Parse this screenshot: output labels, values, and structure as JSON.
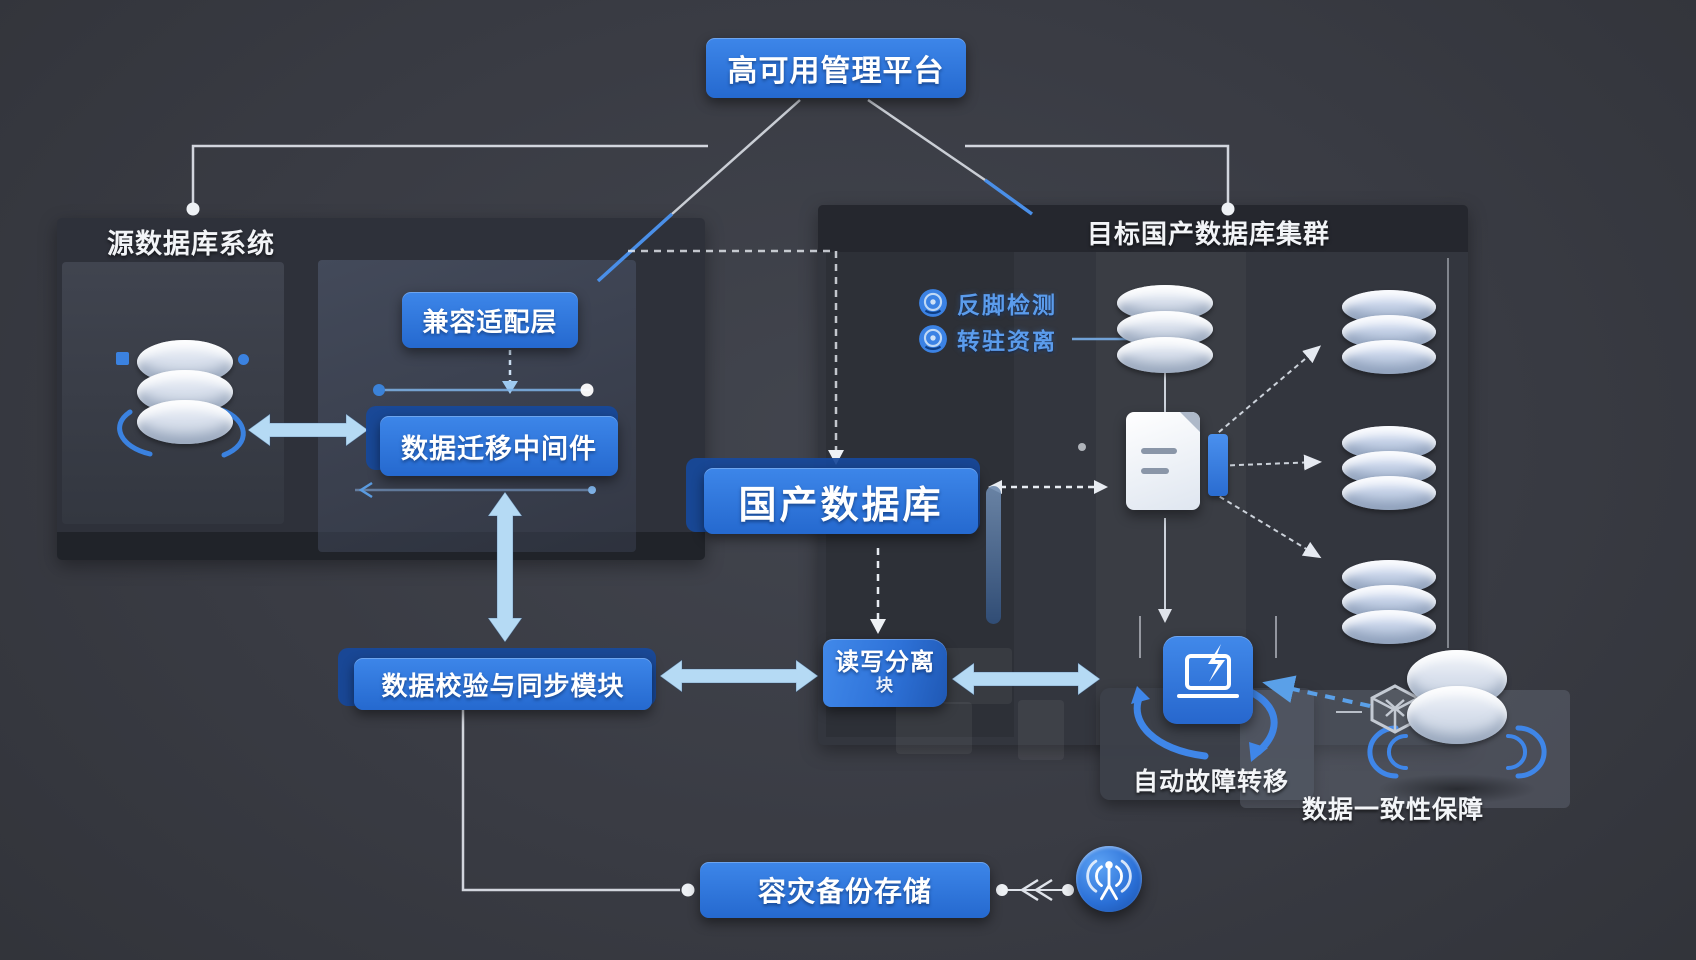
{
  "top": {
    "platform_button": "高可用管理平台"
  },
  "source_panel": {
    "title": "源数据库系统",
    "adapter_button": "兼容适配层",
    "middleware_button": "数据迁移中间件"
  },
  "center": {
    "domestic_db_button": "国产数据库",
    "validation_button": "数据校验与同步模块",
    "rw_split_banner": "读写分离",
    "rw_split_banner_line2": "块"
  },
  "target_panel": {
    "title": "目标国产数据库集群",
    "features": [
      {
        "label": "反脚检测"
      },
      {
        "label": "转驻资离"
      }
    ],
    "failover_label": "自动故障转移",
    "consistency_label": "数据一致性保障"
  },
  "bottom": {
    "backup_button": "容灾备份存储"
  },
  "icons": {
    "source_db": "database-cylinder-3d",
    "cluster_db": "database-cylinder",
    "document": "migration-document",
    "failover": "laptop-sync-square",
    "node_cube": "wire-cube-node",
    "broadcast": "radio-tower-circle",
    "ripple_db": "database-with-ripples",
    "feature_1": "monitor-circle",
    "feature_2": "split-circle"
  },
  "colors": {
    "background": "#3a3c44",
    "panel_dark": "#2e313a",
    "panel_header": "#25272e",
    "primary_blue": "#2f78dd",
    "accent_blue": "#4a90e8",
    "arrow_light_blue": "#b5daf4",
    "white_line": "#e8ecf2"
  }
}
